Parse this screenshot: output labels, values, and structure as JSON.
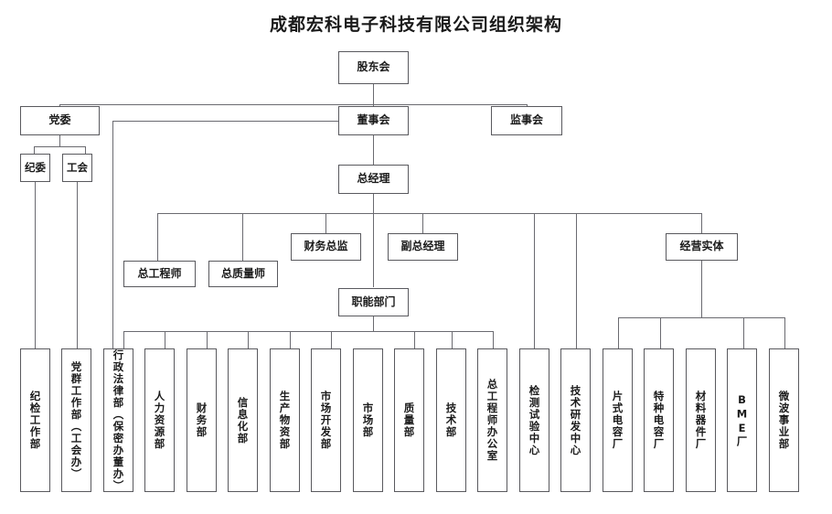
{
  "title": "成都宏科电子科技有限公司组织架构",
  "chart_data": {
    "type": "diagram",
    "diagram_kind": "organization-chart",
    "orientation": "top-down",
    "title": "成都宏科电子科技有限公司组织架构",
    "colors": {
      "box_border": "#59595e",
      "connector": "#6a6a70",
      "background": "#ffffff",
      "text": "#1a1a1a"
    },
    "levels": [
      {
        "level": 1,
        "nodes": [
          "股东会"
        ]
      },
      {
        "level": 2,
        "nodes": [
          "党委",
          "董事会",
          "监事会"
        ]
      },
      {
        "level": 3,
        "nodes": [
          "纪委",
          "工会",
          "总经理"
        ]
      },
      {
        "level": 4,
        "nodes": [
          "总工程师",
          "总质量师",
          "财务总监",
          "副总经理",
          "经营实体"
        ]
      },
      {
        "level": 5,
        "nodes": [
          "职能部门"
        ]
      },
      {
        "level": 6,
        "nodes": [
          "纪检工作部",
          "党群工作部（工会办）",
          "行政法律部（保密办董办）",
          "人力资源部",
          "财务部",
          "信息化部",
          "生产物资部",
          "市场开发部",
          "市场部",
          "质量部",
          "技术部",
          "总工程师办公室",
          "检测试验中心",
          "技术研发中心",
          "片式电容厂",
          "特种电容厂",
          "材料器件厂",
          "BME厂",
          "微波事业部"
        ]
      }
    ],
    "edges": [
      {
        "from": "股东会",
        "to": "党委"
      },
      {
        "from": "股东会",
        "to": "董事会"
      },
      {
        "from": "股东会",
        "to": "监事会"
      },
      {
        "from": "党委",
        "to": "纪委"
      },
      {
        "from": "党委",
        "to": "工会"
      },
      {
        "from": "纪委",
        "to": "纪检工作部"
      },
      {
        "from": "工会",
        "to": "党群工作部（工会办）"
      },
      {
        "from": "董事会",
        "to": "总经理"
      },
      {
        "from": "董事会",
        "to": "行政法律部（保密办董办）"
      },
      {
        "from": "总经理",
        "to": "总工程师"
      },
      {
        "from": "总经理",
        "to": "总质量师"
      },
      {
        "from": "总经理",
        "to": "财务总监"
      },
      {
        "from": "总经理",
        "to": "副总经理"
      },
      {
        "from": "总经理",
        "to": "职能部门"
      },
      {
        "from": "总经理",
        "to": "检测试验中心"
      },
      {
        "from": "总经理",
        "to": "技术研发中心"
      },
      {
        "from": "总经理",
        "to": "经营实体"
      },
      {
        "from": "职能部门",
        "to": "人力资源部"
      },
      {
        "from": "职能部门",
        "to": "财务部"
      },
      {
        "from": "职能部门",
        "to": "信息化部"
      },
      {
        "from": "职能部门",
        "to": "生产物资部"
      },
      {
        "from": "职能部门",
        "to": "市场开发部"
      },
      {
        "from": "职能部门",
        "to": "市场部"
      },
      {
        "from": "职能部门",
        "to": "质量部"
      },
      {
        "from": "职能部门",
        "to": "技术部"
      },
      {
        "from": "职能部门",
        "to": "总工程师办公室"
      },
      {
        "from": "职能部门",
        "to": "行政法律部（保密办董办）"
      },
      {
        "from": "经营实体",
        "to": "片式电容厂"
      },
      {
        "from": "经营实体",
        "to": "特种电容厂"
      },
      {
        "from": "经营实体",
        "to": "材料器件厂"
      },
      {
        "from": "经营实体",
        "to": "BME厂"
      },
      {
        "from": "经营实体",
        "to": "微波事业部"
      }
    ]
  },
  "nodes": {
    "shareholders": "股东会",
    "party_committee": "党委",
    "board": "董事会",
    "supervisors": "监事会",
    "discipline": "纪委",
    "union": "工会",
    "gm": "总经理",
    "chief_engineer": "总工程师",
    "chief_quality": "总质量师",
    "cfo": "财务总监",
    "deputy_gm": "副总经理",
    "functional_dept": "职能部门",
    "business_entity": "经营实体"
  },
  "leaves": [
    {
      "id": "discipline-work-dept",
      "label": "纪检工作部"
    },
    {
      "id": "party-mass-work-dept",
      "label": "党群工作部（工会办）"
    },
    {
      "id": "admin-legal-dept",
      "label": "行政法律部（保密办董办）"
    },
    {
      "id": "hr-dept",
      "label": "人力资源部"
    },
    {
      "id": "finance-dept",
      "label": "财务部"
    },
    {
      "id": "informatization-dept",
      "label": "信息化部"
    },
    {
      "id": "production-materials-dept",
      "label": "生产物资部"
    },
    {
      "id": "market-development-dept",
      "label": "市场开发部"
    },
    {
      "id": "marketing-dept",
      "label": "市场部"
    },
    {
      "id": "quality-dept",
      "label": "质量部"
    },
    {
      "id": "technology-dept",
      "label": "技术部"
    },
    {
      "id": "chief-engineer-office",
      "label": "总工程师办公室"
    },
    {
      "id": "testing-center",
      "label": "检测试验中心"
    },
    {
      "id": "rnd-center",
      "label": "技术研发中心"
    },
    {
      "id": "chip-capacitor-plant",
      "label": "片式电容厂"
    },
    {
      "id": "special-capacitor-plant",
      "label": "特种电容厂"
    },
    {
      "id": "materials-components-plant",
      "label": "材料器件厂"
    },
    {
      "id": "bme-plant",
      "label": "BME厂"
    },
    {
      "id": "microwave-division",
      "label": "微波事业部"
    }
  ]
}
